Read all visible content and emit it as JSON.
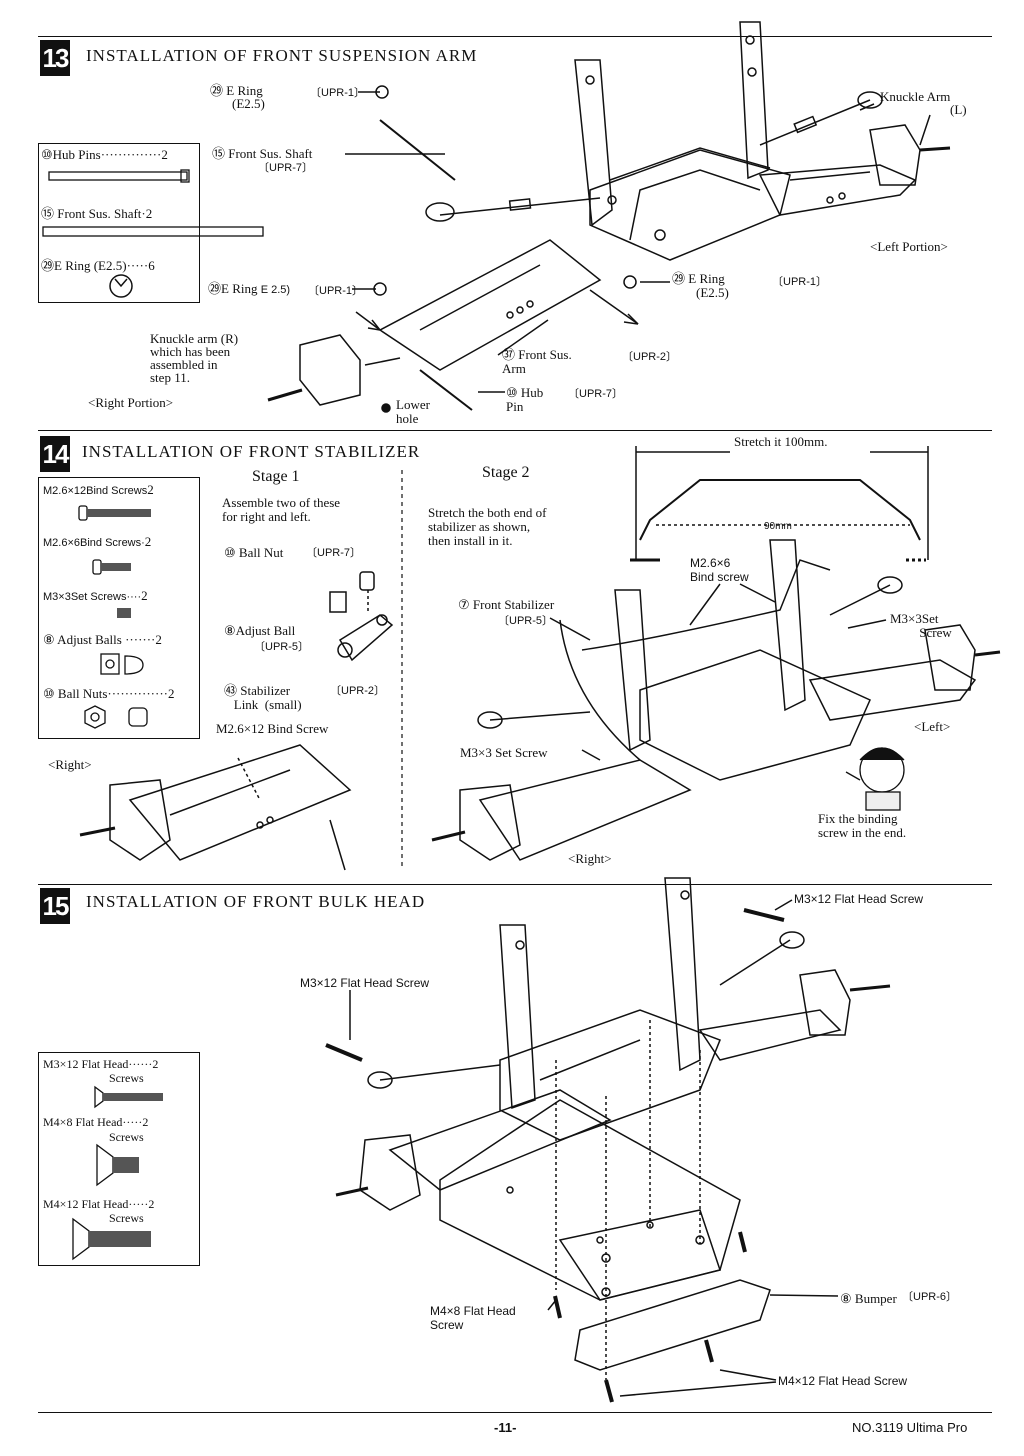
{
  "step13": {
    "number": "13",
    "title": "INSTALLATION OF FRONT SUSPENSION ARM",
    "parts": [
      {
        "name": "⑩Hub Pins··············",
        "qty": "2"
      },
      {
        "name": "⑮ Front Sus. Shaft·",
        "qty": "2"
      },
      {
        "name": "㉙E Ring   (E2.5)·····",
        "qty": "6"
      }
    ],
    "callouts": {
      "ering_top": "㉙ E Ring",
      "ering_top_size": "(E2.5)",
      "ering_top_code": "〔UPR-1〕",
      "shaft": "⑮ Front Sus. Shaft",
      "shaft_code": "〔UPR-7〕",
      "knuckle_l": "Knuckle Arm",
      "knuckle_l_side": "(L)",
      "left_portion": "<Left Portion>",
      "ering_mid": "㉙E Ring",
      "ering_mid_size": "E 2.5)",
      "ering_mid_code": "〔UPR-1〕",
      "ering_right": "㉙ E Ring",
      "ering_right_size": "(E2.5)",
      "ering_right_code": "〔UPR-1〕",
      "knuckle_r": "Knuckle arm (R)\nwhich has been\nassembled in\nstep 11.",
      "right_portion": "<Right Portion>",
      "sus_arm": "㊲ Front Sus.\nArm",
      "sus_arm_code": "〔UPR-2〕",
      "hub_pin": "⑩ Hub\nPin",
      "hub_pin_code": "〔UPR-7〕",
      "lower_hole": "Lower\nhole"
    }
  },
  "step14": {
    "number": "14",
    "title": "INSTALLATION OF FRONT STABILIZER",
    "parts": [
      {
        "name": "M2.6×12Bind Screws",
        "qty": "2"
      },
      {
        "name": "M2.6×6Bind Screws·",
        "qty": "2"
      },
      {
        "name": "M3×3Set Screws····",
        "qty": "2"
      },
      {
        "name": "⑧ Adjust Balls  ·······",
        "qty": "2"
      },
      {
        "name": "⑩ Ball Nuts··············",
        "qty": "2"
      }
    ],
    "stage1": {
      "title": "Stage 1",
      "text": "Assemble two of these\nfor right and left.",
      "ball_nut": "⑩ Ball Nut",
      "ball_nut_code": "〔UPR-7〕",
      "adjust_ball": "⑧Adjust Ball",
      "adjust_ball_code": "〔UPR-5〕",
      "stab_link": "㊸ Stabilizer\n   Link  (small)",
      "stab_link_code": "〔UPR-2〕",
      "bind_screw": "M2.6×12 Bind Screw",
      "right": "<Right>"
    },
    "stage2": {
      "title": "Stage 2",
      "text": "Stretch the both end of\nstabilizer as shown,\nthen install in it.",
      "stretch": "Stretch it 100mm.",
      "width": "90mm",
      "bind_screw": "M2.6×6\nBind screw",
      "front_stab": "⑦ Front Stabilizer",
      "front_stab_code": "〔UPR-5〕",
      "set_screw_r": "M3×3Set\n         Screw",
      "left": "<Left>",
      "set_screw_l": "M3×3 Set Screw",
      "note": "Fix the binding\nscrew in the end.",
      "right": "<Right>"
    }
  },
  "step15": {
    "number": "15",
    "title": "INSTALLATION OF FRONT BULK HEAD",
    "parts": [
      {
        "name": "M3×12 Flat Head······",
        "sub": "Screws",
        "qty": "2"
      },
      {
        "name": "M4×8  Flat Head·····",
        "sub": "Screws",
        "qty": "2"
      },
      {
        "name": "M4×12 Flat Head·····",
        "sub": "Screws",
        "qty": "2"
      }
    ],
    "callouts": {
      "m3x12_top": "M3×12 Flat Head Screw",
      "m3x12_left": "M3×12 Flat Head Screw",
      "bumper": "⑧ Bumper",
      "bumper_code": "〔UPR-6〕",
      "m4x8": "M4×8 Flat Head\nScrew",
      "m4x12": "M4×12 Flat Head Screw"
    }
  },
  "footer": {
    "page": "-11-",
    "model": "NO.3119 Ultima Pro"
  }
}
